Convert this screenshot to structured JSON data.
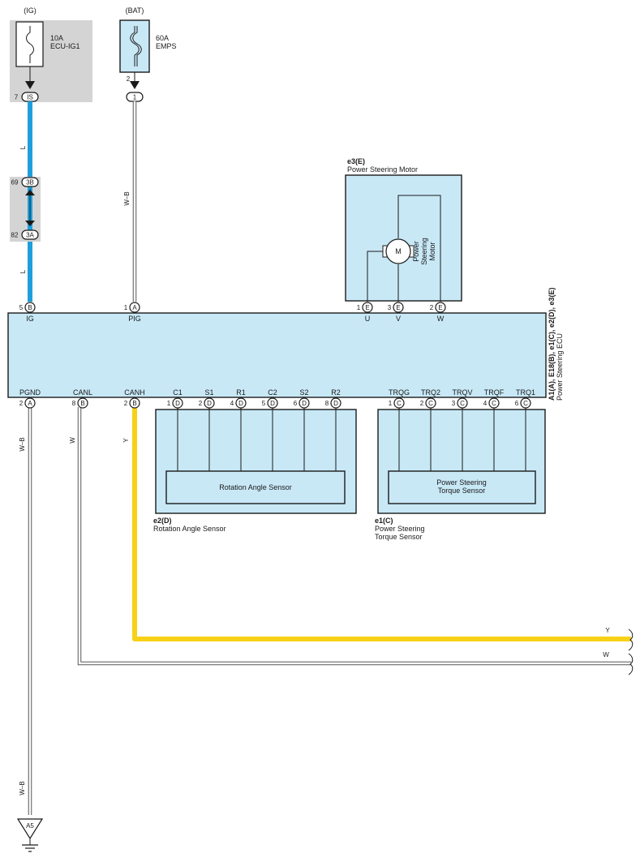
{
  "sources": {
    "ig": {
      "label": "(IG)",
      "fuse_rating": "10A",
      "fuse_name": "ECU-IG1",
      "connector": "IS",
      "pin": "7"
    },
    "bat": {
      "label": "(BAT)",
      "fuse_rating": "60A",
      "fuse_name": "EMPS",
      "pin_top": "2",
      "connector": "1"
    }
  },
  "junction": {
    "upper": {
      "pin": "69",
      "code": "3B"
    },
    "lower": {
      "pin": "82",
      "code": "3A"
    }
  },
  "wires": {
    "ig_upper": "L",
    "ig_lower": "L",
    "bat": "W–B",
    "pgnd": "W–B",
    "canl": "W",
    "canh": "Y",
    "bus_y": "Y",
    "bus_w": "W",
    "ground_wire": "W–B"
  },
  "motor": {
    "connector_id": "e3(E)",
    "name": "Power Steering Motor",
    "symbol": "M",
    "inner_label": [
      "Power",
      "Steering",
      "Motor"
    ],
    "pins": [
      {
        "num": "1",
        "code": "E",
        "name": "U"
      },
      {
        "num": "3",
        "code": "E",
        "name": "V"
      },
      {
        "num": "2",
        "code": "E",
        "name": "W"
      }
    ]
  },
  "ecu": {
    "connectors": "A1(A), E18(B), e1(C), e2(D), e3(E)",
    "name": "Power Steering ECU",
    "top_pins": [
      {
        "num": "5",
        "code": "B",
        "name": "IG"
      },
      {
        "num": "1",
        "code": "A",
        "name": "PIG"
      }
    ],
    "bottom_pins": [
      {
        "num": "2",
        "code": "A",
        "name": "PGND"
      },
      {
        "num": "8",
        "code": "B",
        "name": "CANL"
      },
      {
        "num": "2",
        "code": "B",
        "name": "CANH"
      },
      {
        "num": "1",
        "code": "D",
        "name": "C1"
      },
      {
        "num": "2",
        "code": "D",
        "name": "S1"
      },
      {
        "num": "4",
        "code": "D",
        "name": "R1"
      },
      {
        "num": "5",
        "code": "D",
        "name": "C2"
      },
      {
        "num": "6",
        "code": "D",
        "name": "S2"
      },
      {
        "num": "8",
        "code": "D",
        "name": "R2"
      },
      {
        "num": "1",
        "code": "C",
        "name": "TRQG"
      },
      {
        "num": "2",
        "code": "C",
        "name": "TRQ2"
      },
      {
        "num": "3",
        "code": "C",
        "name": "TRQV"
      },
      {
        "num": "4",
        "code": "C",
        "name": "TRQF"
      },
      {
        "num": "6",
        "code": "C",
        "name": "TRQ1"
      }
    ]
  },
  "rotation_sensor": {
    "connector_id": "e2(D)",
    "name": "Rotation Angle Sensor",
    "inner_label": "Rotation Angle Sensor"
  },
  "torque_sensor": {
    "connector_id": "e1(C)",
    "name_line1": "Power Steering",
    "name_line2": "Torque Sensor",
    "inner_line1": "Power Steering",
    "inner_line2": "Torque Sensor"
  },
  "ground": {
    "label": "A5"
  },
  "colors": {
    "blue_wire": "#1e9fdc",
    "yellow_wire": "#f7d117",
    "box_fill": "#c8e8f6",
    "gray_fill": "#d4d4d4"
  }
}
